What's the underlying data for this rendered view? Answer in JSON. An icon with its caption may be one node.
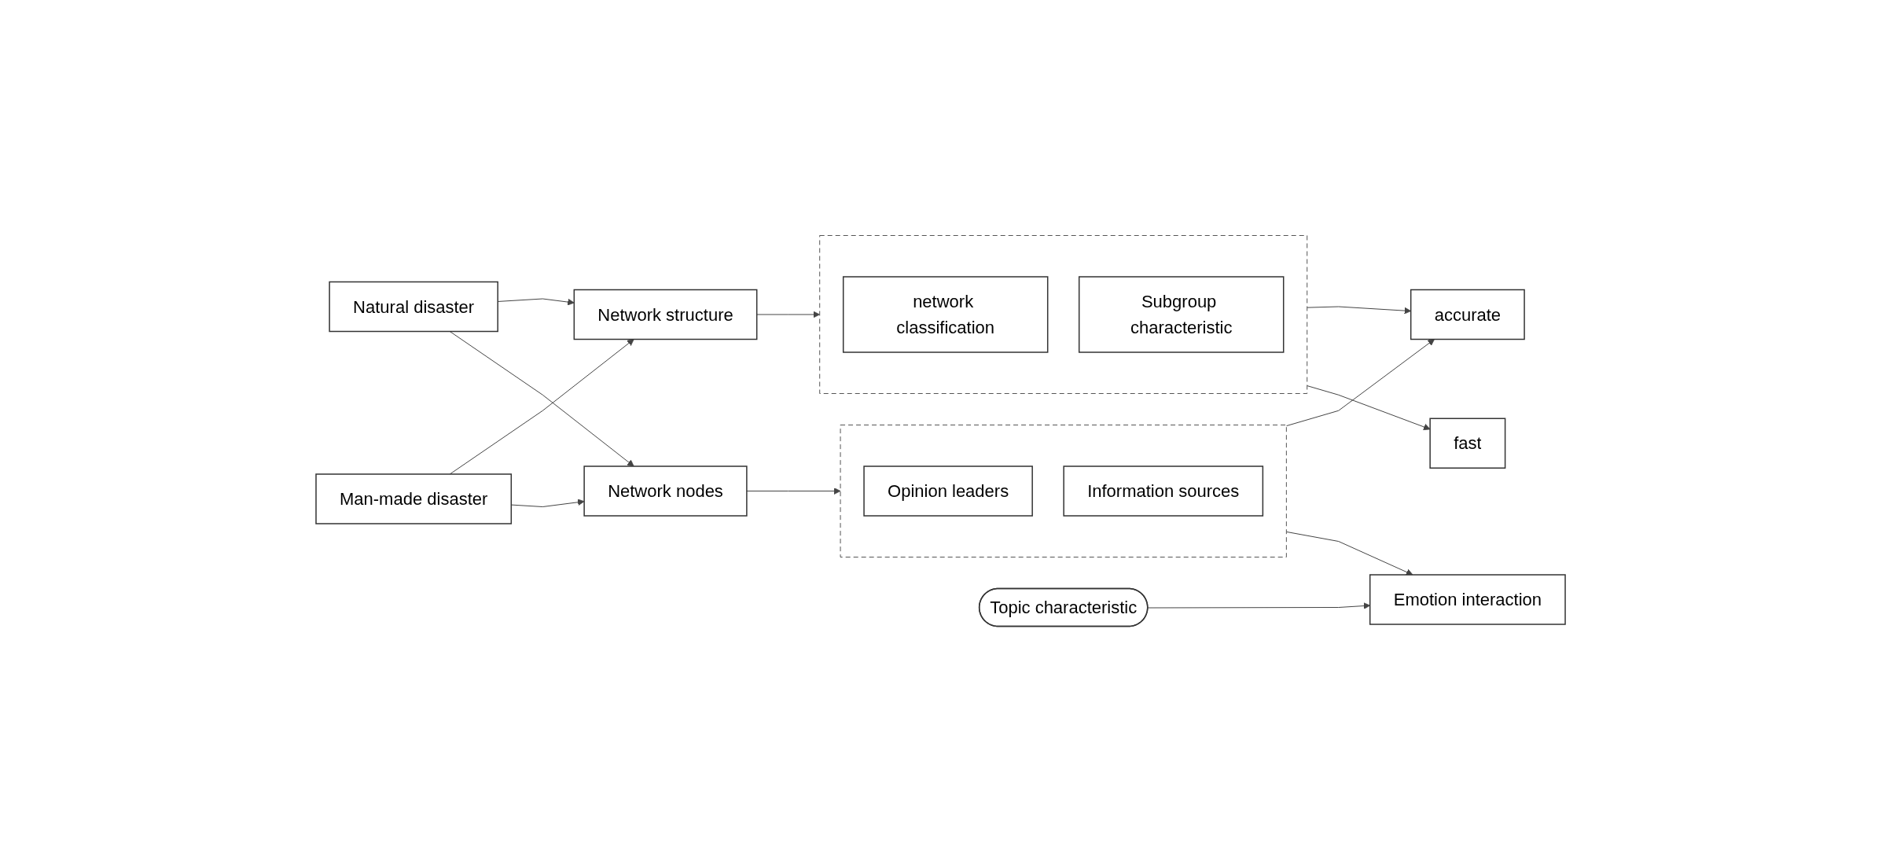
{
  "diagram": {
    "nodes": [
      {
        "text": [
          "Natural disaster"
        ]
      },
      {
        "text": [
          "Man-made disaster"
        ]
      },
      {
        "text": [
          "Network structure"
        ]
      },
      {
        "text": [
          "Network nodes"
        ]
      },
      {
        "text": [],
        "shape": "box"
      },
      {
        "text": [
          "network classification"
        ],
        "in": 4
      },
      {
        "text": [
          "Subgroup characteristic"
        ],
        "in": 4
      },
      {
        "text": [],
        "shape": "box"
      },
      {
        "text": [
          "Opinion leaders"
        ],
        "in": 7
      },
      {
        "text": [
          "Information sources"
        ],
        "in": 7
      },
      {
        "text": [
          "accurate"
        ]
      },
      {
        "text": [
          "fast"
        ]
      },
      {
        "text": [
          "Emotion interaction"
        ]
      },
      {
        "text": [
          "Topic characteristic"
        ]
      }
    ],
    "edges": [
      {
        "from": 0,
        "to": 2,
        "arrow": "to"
      },
      {
        "from": 0,
        "to": 3,
        "arrow": "to"
      },
      {
        "from": 1,
        "to": 2,
        "arrow": "to"
      },
      {
        "from": 1,
        "to": 3,
        "arrow": "to"
      },
      {
        "from": 2,
        "to": 4,
        "arrow": "to"
      },
      {
        "from": 3,
        "to": 7,
        "arrow": "to"
      },
      {
        "from": 4,
        "to": 10,
        "arrow": "to"
      },
      {
        "from": 4,
        "to": 11,
        "arrow": "to"
      },
      {
        "from": 7,
        "to": 10,
        "arrow": "to"
      },
      {
        "from": 7,
        "to": 12,
        "arrow": "to"
      },
      {
        "from": 13,
        "to": 12,
        "arrow": "to"
      }
    ]
  }
}
